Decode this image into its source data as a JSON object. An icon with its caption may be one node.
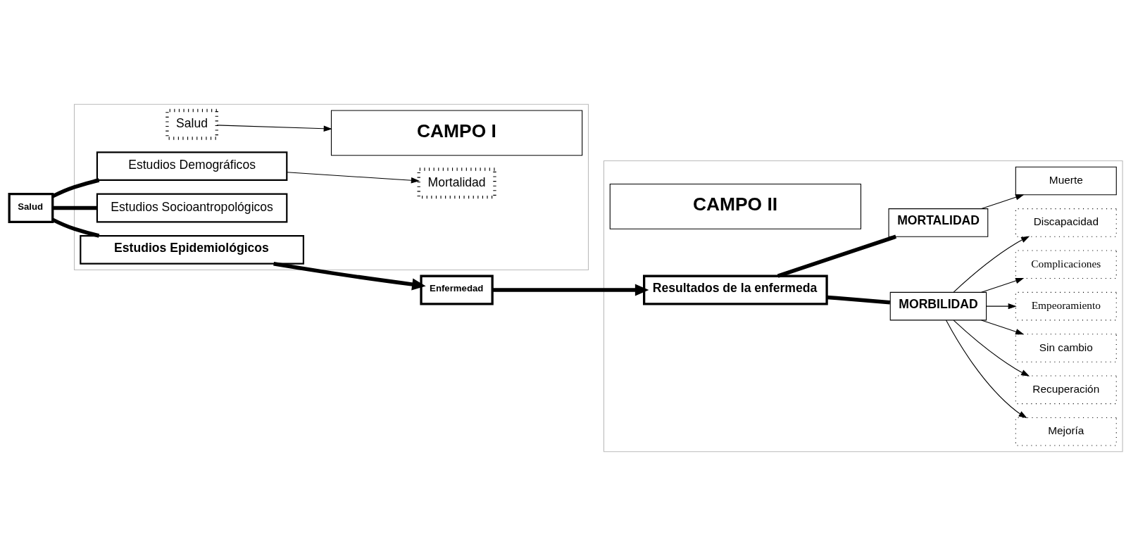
{
  "diagram": {
    "nodes": [
      {
        "text": [
          "Salud"
        ]
      },
      {
        "text": [],
        "shape": "box"
      },
      {
        "text": [
          "CAMPO I"
        ],
        "in": 1
      },
      {
        "text": [
          "Salud"
        ],
        "in": 1
      },
      {
        "text": [
          "Estudios Socioantropológicos"
        ],
        "in": 1
      },
      {
        "text": [
          "Estudios Epidemiológicos"
        ],
        "in": 1
      },
      {
        "text": [
          "Estudios Demográficos"
        ],
        "in": 1
      },
      {
        "text": [
          "Mortalidad"
        ],
        "in": 1
      },
      {
        "text": [
          "Enfermedad"
        ]
      },
      {
        "text": [],
        "shape": "box"
      },
      {
        "text": [
          "CAMPO II"
        ],
        "in": 9
      },
      {
        "text": [
          "Resultados de la enfermeda"
        ],
        "in": 9
      },
      {
        "text": [
          "MORBILIDAD"
        ],
        "in": 9
      },
      {
        "text": [
          "MORTALIDAD"
        ],
        "in": 9
      },
      {
        "text": [
          "Mejoría"
        ],
        "in": 9
      },
      {
        "text": [
          "Recuperación"
        ],
        "in": 9
      },
      {
        "text": [
          "Sin cambio"
        ],
        "in": 9
      },
      {
        "text": [
          "Empeoramiento"
        ],
        "in": 9
      },
      {
        "text": [
          "Complicaciones"
        ],
        "in": 9
      },
      {
        "text": [
          "Discapacidad"
        ],
        "in": 9
      },
      {
        "text": [
          "Muerte"
        ],
        "in": 9
      }
    ],
    "edges": [
      {
        "from": 0,
        "to": 4,
        "arrow": "none",
        "style": "thick"
      },
      {
        "from": 0,
        "to": 5,
        "arrow": "none",
        "style": "thick"
      },
      {
        "from": 0,
        "to": 6,
        "arrow": "none",
        "style": "thick"
      },
      {
        "from": 3,
        "to": 2,
        "arrow": "to"
      },
      {
        "from": 6,
        "to": 7,
        "arrow": "to"
      },
      {
        "from": 5,
        "to": 8,
        "arrow": "to",
        "style": "thick"
      },
      {
        "from": 8,
        "to": 11,
        "arrow": "to",
        "style": "thick"
      },
      {
        "from": 11,
        "to": 12,
        "arrow": "none",
        "style": "thick"
      },
      {
        "from": 11,
        "to": 13,
        "arrow": "none",
        "style": "thick"
      },
      {
        "from": 12,
        "to": 14,
        "arrow": "to"
      },
      {
        "from": 12,
        "to": 15,
        "arrow": "to"
      },
      {
        "from": 12,
        "to": 16,
        "arrow": "to"
      },
      {
        "from": 12,
        "to": 17,
        "arrow": "to"
      },
      {
        "from": 12,
        "to": 18,
        "arrow": "to"
      },
      {
        "from": 12,
        "to": 19,
        "arrow": "to"
      },
      {
        "from": 13,
        "to": 20,
        "arrow": "to"
      }
    ]
  }
}
